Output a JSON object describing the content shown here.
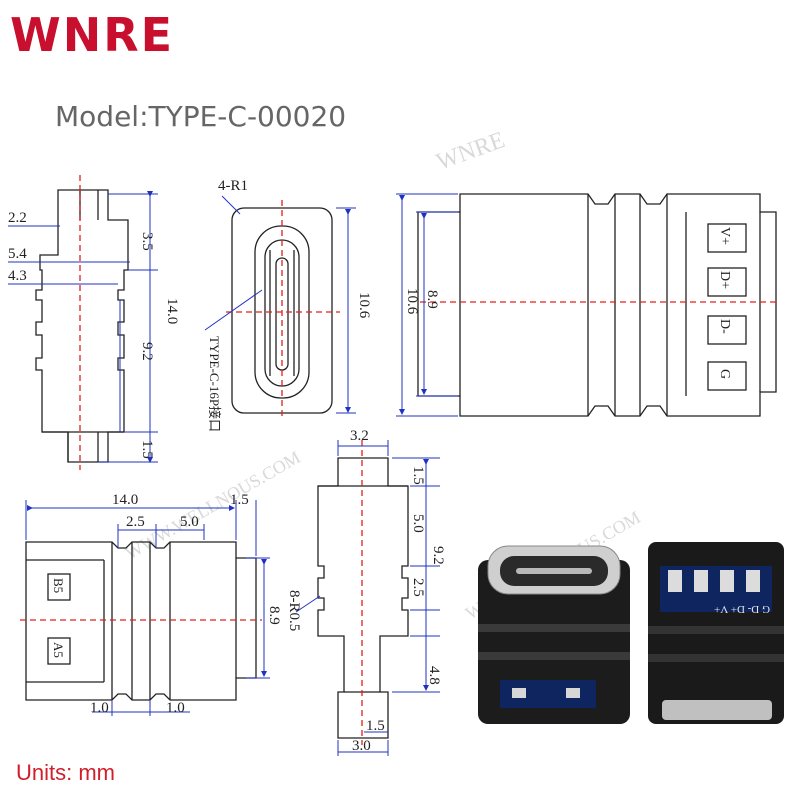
{
  "logo_text": "WNRE",
  "model_label": "Model:TYPE-C-00020",
  "units_label": "Units: mm",
  "watermarks": [
    "WNRE",
    "WWW.WELLNOUS.COM"
  ],
  "colors": {
    "logo": "#c8102e",
    "centerline": "#e0201c",
    "dimension": "#2033c0",
    "outline": "#222222",
    "units": "#d01f2a"
  },
  "side_view": {
    "dims": [
      "2.2",
      "5.4",
      "4.3",
      "3.5",
      "14.0",
      "9.2",
      "1.5"
    ]
  },
  "front_view": {
    "radius_label": "4-R1",
    "height_label": "10.6",
    "port_label": "TYPE-C-16P接口"
  },
  "end_view": {
    "dims": [
      "8.9",
      "10.6"
    ],
    "pins": [
      "V+",
      "D+",
      "D-",
      "G"
    ]
  },
  "bottom_view": {
    "dims": [
      "14.0",
      "1.5",
      "2.5",
      "5.0",
      "8.9",
      "1.0",
      "1.0"
    ],
    "pads": [
      "B5",
      "A5"
    ]
  },
  "profile_view": {
    "dims": [
      "3.2",
      "1.5",
      "5.0",
      "9.2",
      "2.5",
      "4.8",
      "1.5",
      "3.0"
    ],
    "radius_label": "8-R0.5"
  },
  "photos": {
    "pin_labels": "G  D-  D+  V+"
  }
}
